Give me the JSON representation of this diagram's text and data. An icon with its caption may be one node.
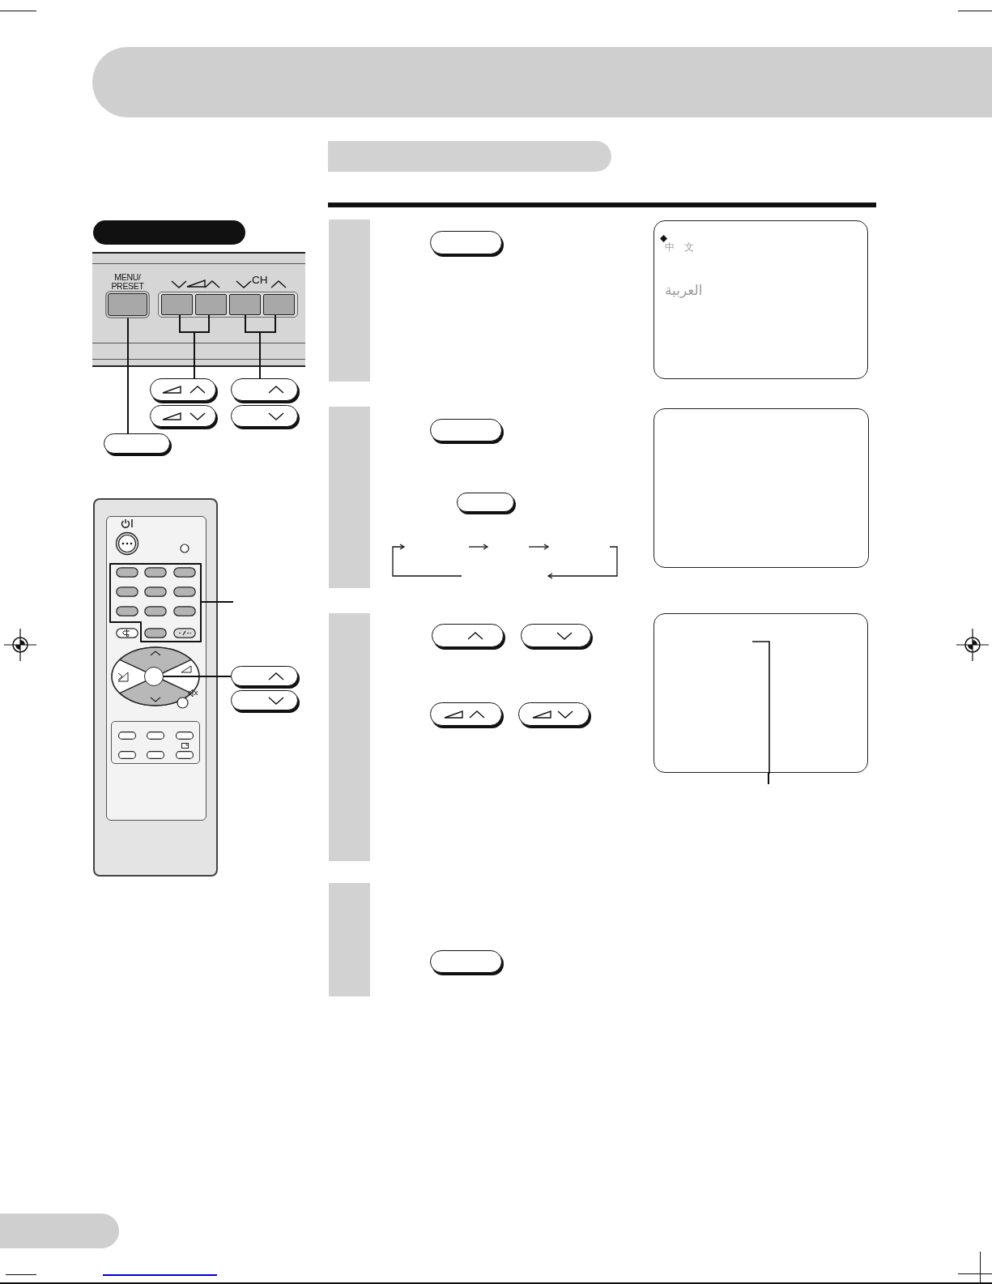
{
  "diagram": {
    "nodes": [
      {
        "text": [],
        "shape": "bar"
      },
      {
        "text": [],
        "shape": "bar"
      },
      {
        "text": [
          "MENU/ PRESET"
        ]
      },
      {
        "text": [],
        "shape": "box"
      },
      {
        "text": [],
        "shape": "box"
      },
      {
        "text": [],
        "shape": "box"
      },
      {
        "text": [],
        "shape": "box"
      },
      {
        "text": [],
        "shape": "box"
      },
      {
        "text": [],
        "shape": "box"
      },
      {
        "text": [],
        "shape": "box"
      },
      {
        "text": [],
        "shape": "box"
      },
      {
        "text": [],
        "shape": "box"
      },
      {
        "text": [],
        "shape": "box"
      },
      {
        "text": [],
        "shape": "circle"
      },
      {
        "text": [],
        "shape": "box"
      },
      {
        "text": [],
        "shape": "box"
      },
      {
        "text": [],
        "shape": "bar"
      },
      {
        "text": [],
        "shape": "box"
      },
      {
        "text": [
          "中 文",
          "العربية"
        ]
      },
      {
        "text": [],
        "shape": "bar"
      },
      {
        "text": [],
        "shape": "box"
      },
      {
        "text": [],
        "shape": "box"
      },
      {
        "text": [],
        "shape": "box"
      },
      {
        "text": [],
        "shape": "bar"
      },
      {
        "text": [],
        "shape": "box"
      },
      {
        "text": [],
        "shape": "box"
      },
      {
        "text": [],
        "shape": "box"
      },
      {
        "text": [],
        "shape": "box"
      },
      {
        "text": [],
        "shape": "box"
      },
      {
        "text": [],
        "shape": "bar"
      },
      {
        "text": [],
        "shape": "box"
      }
    ],
    "edges": [
      {
        "from": 11,
        "to": 2,
        "arrow": "none"
      },
      {
        "from": 7,
        "to": 3,
        "arrow": "none"
      },
      {
        "from": 7,
        "to": 4,
        "arrow": "none"
      },
      {
        "from": 8,
        "to": 5,
        "arrow": "none"
      },
      {
        "from": 8,
        "to": 6,
        "arrow": "none"
      },
      {
        "from": null,
        "to": 12,
        "arrow": "none"
      },
      {
        "from": 14,
        "to": 13,
        "arrow": "none"
      },
      {
        "from": null,
        "to": 28,
        "arrow": "none"
      }
    ],
    "labels": [
      "CH"
    ]
  }
}
